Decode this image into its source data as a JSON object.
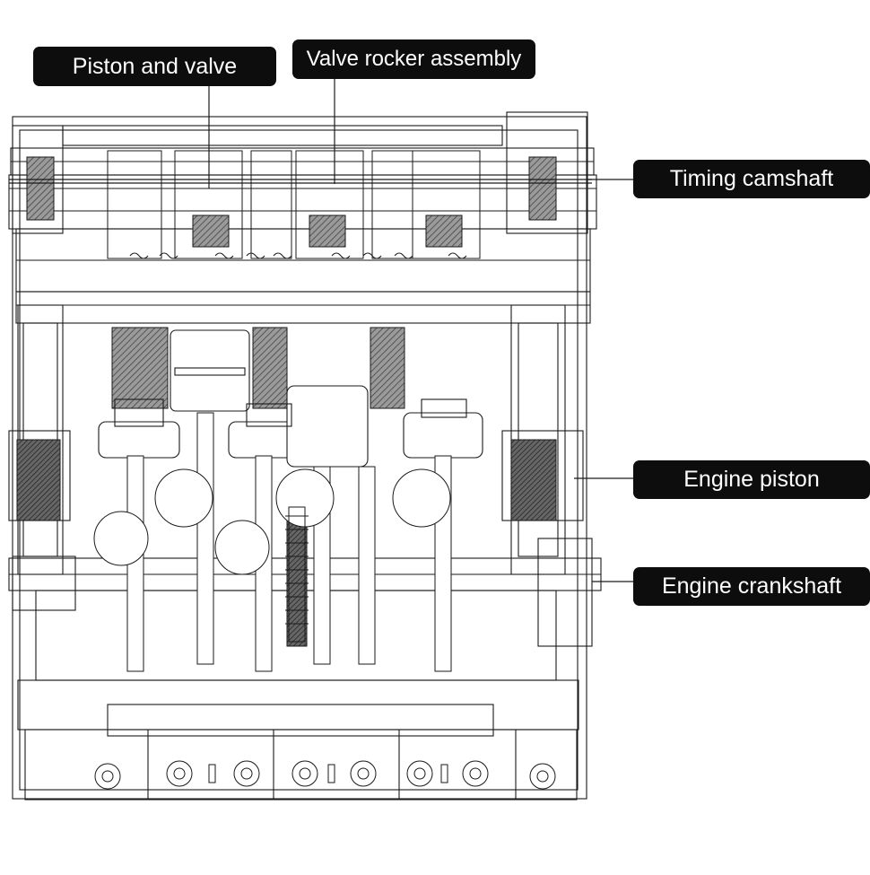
{
  "labels": {
    "piston_and_valve": "Piston and valve",
    "valve_rocker_assembly": "Valve rocker assembly",
    "timing_camshaft": "Timing camshaft",
    "engine_piston": "Engine piston",
    "engine_crankshaft": "Engine crankshaft"
  },
  "colors": {
    "line": "#1a1a1a",
    "callout_bg": "#0d0d0d",
    "callout_text": "#ffffff",
    "hatch": "#555555"
  }
}
